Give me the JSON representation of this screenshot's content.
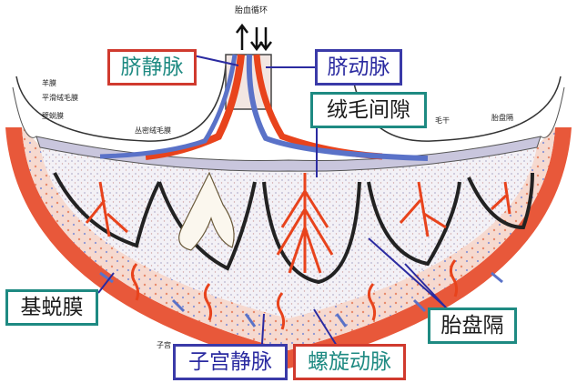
{
  "title": "胎血循环",
  "small_labels": {
    "amnion": "羊膜",
    "chorion_smooth": "平滑绒毛膜",
    "decidua_parietalis": "壁蜕膜",
    "chorion_frondosum": "丛密绒毛膜",
    "villus_stem": "毛干",
    "septum": "胎盘隔",
    "bottom": "子宫"
  },
  "labels": {
    "umbilical_vein": "脐静脉",
    "umbilical_artery": "脐动脉",
    "intervillous_space": "绒毛间隙",
    "basal_decidua": "基蜕膜",
    "placental_septum": "胎盘隔",
    "uterine_vein": "子宫静脉",
    "spiral_artery": "螺旋动脉"
  },
  "colors": {
    "artery": "#e8431c",
    "vein": "#5a72c8",
    "label_border_red": "#d03a2e",
    "label_border_blue": "#3a3aa8",
    "label_border_teal": "#1e8a82",
    "text_dark": "#1a1a1a",
    "text_teal": "#1e8a82",
    "text_blue": "#2a2aa0"
  }
}
